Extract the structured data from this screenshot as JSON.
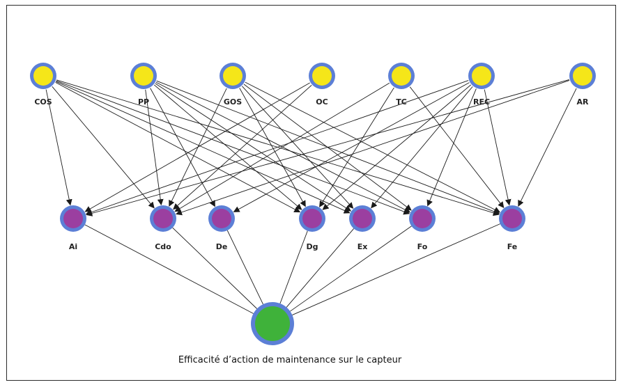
{
  "colors": {
    "ring": "#5c7fd6",
    "top_fill": "#f5e619",
    "mid_fill": "#9b3fa0",
    "bottom_fill": "#3fb23a",
    "edge": "#1a1a1a"
  },
  "nodes_top": [
    {
      "id": "COS",
      "label": "COS"
    },
    {
      "id": "PP",
      "label": "PP"
    },
    {
      "id": "GOS",
      "label": "GOS"
    },
    {
      "id": "OC",
      "label": "OC"
    },
    {
      "id": "TC",
      "label": "TC"
    },
    {
      "id": "REC",
      "label": "REC"
    },
    {
      "id": "AR",
      "label": "AR"
    }
  ],
  "nodes_mid": [
    {
      "id": "Ai",
      "label": "Ai"
    },
    {
      "id": "Cdo",
      "label": "Cdo"
    },
    {
      "id": "De",
      "label": "De"
    },
    {
      "id": "Dg",
      "label": "Dg"
    },
    {
      "id": "Ex",
      "label": "Ex"
    },
    {
      "id": "Fo",
      "label": "Fo"
    },
    {
      "id": "Fe",
      "label": "Fe"
    }
  ],
  "node_bottom": {
    "id": "target",
    "label": "Efficacité d’action de maintenance sur le capteur"
  },
  "edges_arrow": [
    [
      "COS",
      "Ai"
    ],
    [
      "COS",
      "Cdo"
    ],
    [
      "COS",
      "Dg"
    ],
    [
      "COS",
      "Ex"
    ],
    [
      "COS",
      "Fo"
    ],
    [
      "COS",
      "Fe"
    ],
    [
      "PP",
      "Cdo"
    ],
    [
      "PP",
      "De"
    ],
    [
      "PP",
      "Dg"
    ],
    [
      "PP",
      "Ex"
    ],
    [
      "PP",
      "Fo"
    ],
    [
      "PP",
      "Fe"
    ],
    [
      "GOS",
      "Cdo"
    ],
    [
      "GOS",
      "Dg"
    ],
    [
      "GOS",
      "Ex"
    ],
    [
      "GOS",
      "Fo"
    ],
    [
      "GOS",
      "Fe"
    ],
    [
      "OC",
      "Ai"
    ],
    [
      "OC",
      "Cdo"
    ],
    [
      "TC",
      "Cdo"
    ],
    [
      "TC",
      "Dg"
    ],
    [
      "TC",
      "Fe"
    ],
    [
      "REC",
      "Ai"
    ],
    [
      "REC",
      "De"
    ],
    [
      "REC",
      "Dg"
    ],
    [
      "REC",
      "Ex"
    ],
    [
      "REC",
      "Fo"
    ],
    [
      "REC",
      "Fe"
    ],
    [
      "AR",
      "Ai"
    ],
    [
      "AR",
      "Cdo"
    ],
    [
      "AR",
      "Fe"
    ]
  ],
  "edges_to_target": [
    "Ai",
    "Cdo",
    "De",
    "Dg",
    "Ex",
    "Fo",
    "Fe"
  ]
}
